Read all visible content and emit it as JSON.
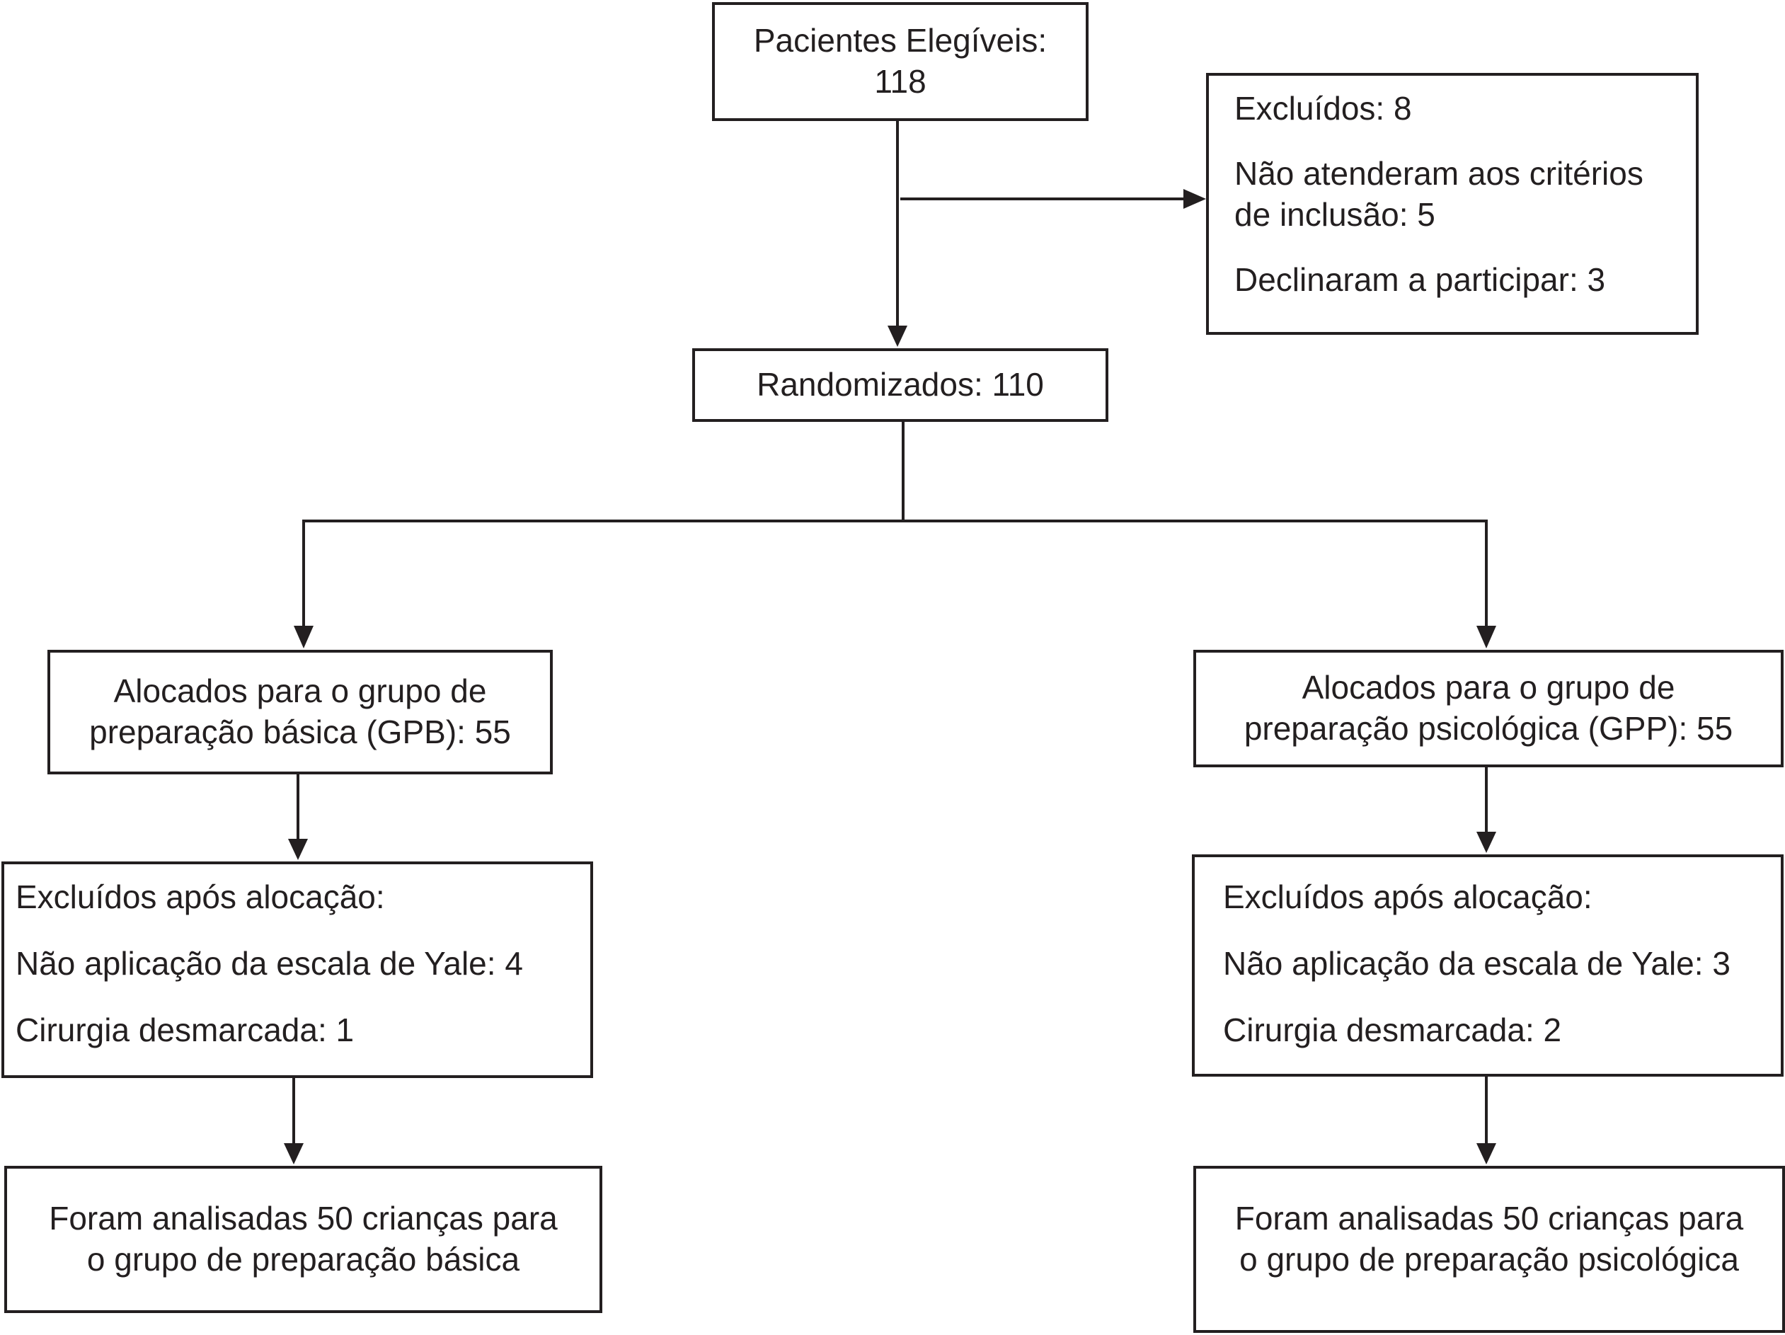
{
  "flowchart": {
    "eligible": {
      "line1": "Pacientes Elegíveis:",
      "line2": "118"
    },
    "excluded": {
      "line1": "Excluídos: 8",
      "line2": "Não atenderam aos critérios",
      "line3": "de inclusão: 5",
      "line4": "Declinaram a participar: 3"
    },
    "randomized": {
      "line1": "Randomizados: 110"
    },
    "allocated_gpb": {
      "line1": "Alocados para o grupo de",
      "line2": "preparação básica (GPB): 55"
    },
    "allocated_gpp": {
      "line1": "Alocados para o grupo de",
      "line2": "preparação psicológica (GPP): 55"
    },
    "excluded_after_gpb": {
      "line1": "Excluídos após alocação:",
      "line2": "Não aplicação da escala de Yale: 4",
      "line3": "Cirurgia desmarcada: 1"
    },
    "excluded_after_gpp": {
      "line1": "Excluídos após alocação:",
      "line2": "Não aplicação da escala de Yale: 3",
      "line3": "Cirurgia desmarcada: 2"
    },
    "analyzed_gpb": {
      "line1": "Foram analisadas 50 crianças para",
      "line2": "o grupo de preparação básica"
    },
    "analyzed_gpp": {
      "line1": "Foram analisadas 50 crianças para",
      "line2": "o grupo de preparação psicológica"
    }
  }
}
